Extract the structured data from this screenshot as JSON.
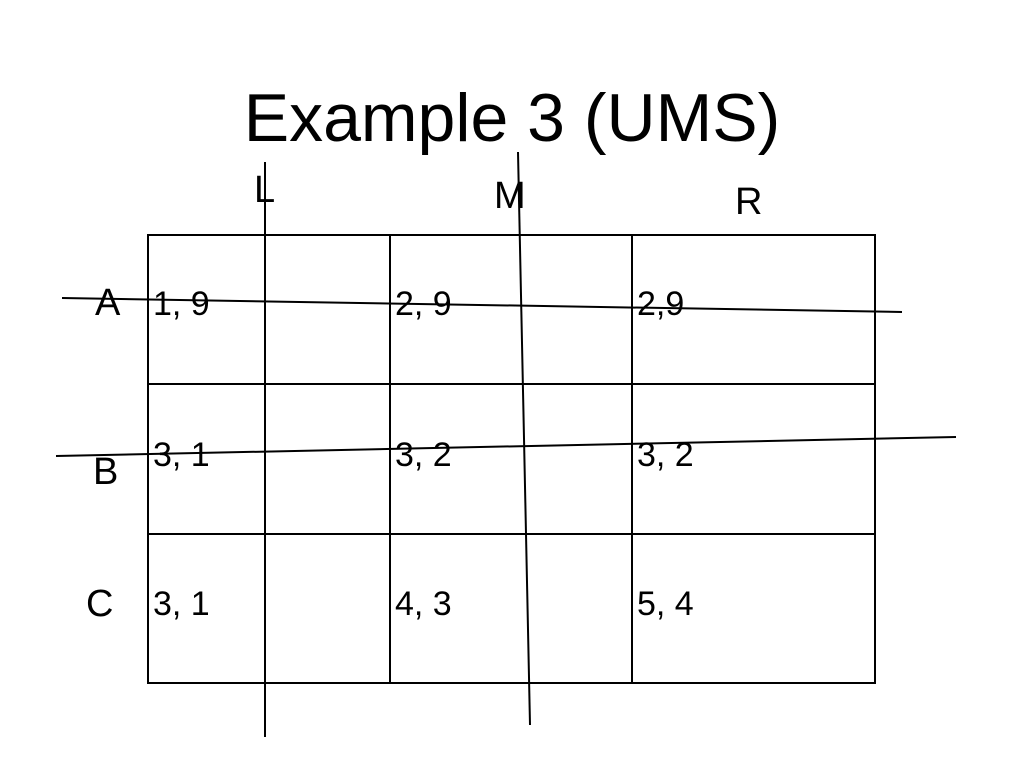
{
  "slide": {
    "title": "Example 3 (UMS)"
  },
  "matrix": {
    "columns": [
      "L",
      "M",
      "R"
    ],
    "rows": [
      "A",
      "B",
      "C"
    ],
    "cells": [
      [
        "1, 9",
        "2, 9",
        "2,9"
      ],
      [
        "3, 1",
        "3, 2",
        "3, 2"
      ],
      [
        "3, 1",
        "4, 3",
        "5, 4"
      ]
    ],
    "eliminated_rows": [
      "A",
      "B"
    ],
    "eliminated_columns": [
      "L",
      "M"
    ]
  }
}
